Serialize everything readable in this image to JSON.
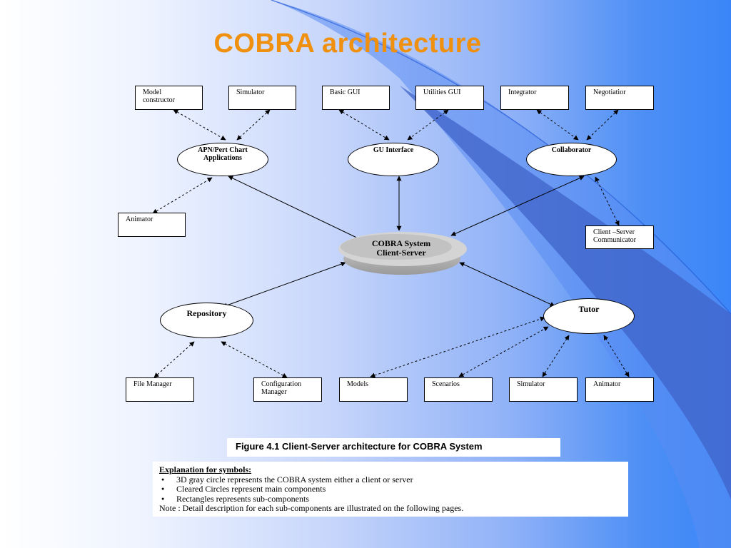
{
  "title": "COBRA  architecture",
  "nodes": {
    "model_constructor": "Model\nconstructor",
    "simulator_top": "Simulator",
    "basic_gui": "Basic GUI",
    "utilities_gui": "Utilities GUI",
    "integrator": "Integrator",
    "negotiator": "Negotiatior",
    "apn_pert": "APN/Pert Chart\nApplications",
    "gu_interface": "GU Interface",
    "collaborator": "Collaborator",
    "animator_left": "Animator",
    "client_server_communicator": "Client –Server\nCommunicator",
    "cobra_system": "COBRA System\nClient-Server",
    "repository": "Repository",
    "tutor": "Tutor",
    "file_manager": "File Manager",
    "configuration_manager": "Configuration\nManager",
    "models": "Models",
    "scenarios": "Scenarios",
    "simulator_bottom": "Simulator",
    "animator_bottom": "Animator"
  },
  "caption": "Figure 4.1 Client-Server architecture for COBRA System",
  "legend": {
    "heading": "Explanation for symbols:",
    "items": [
      "3D gray circle represents the COBRA system either a client or server",
      "Cleared Circles represent main components",
      "Rectangles represents sub-components"
    ],
    "note": "Note :  Detail description for each sub-components are illustrated on the following  pages."
  }
}
